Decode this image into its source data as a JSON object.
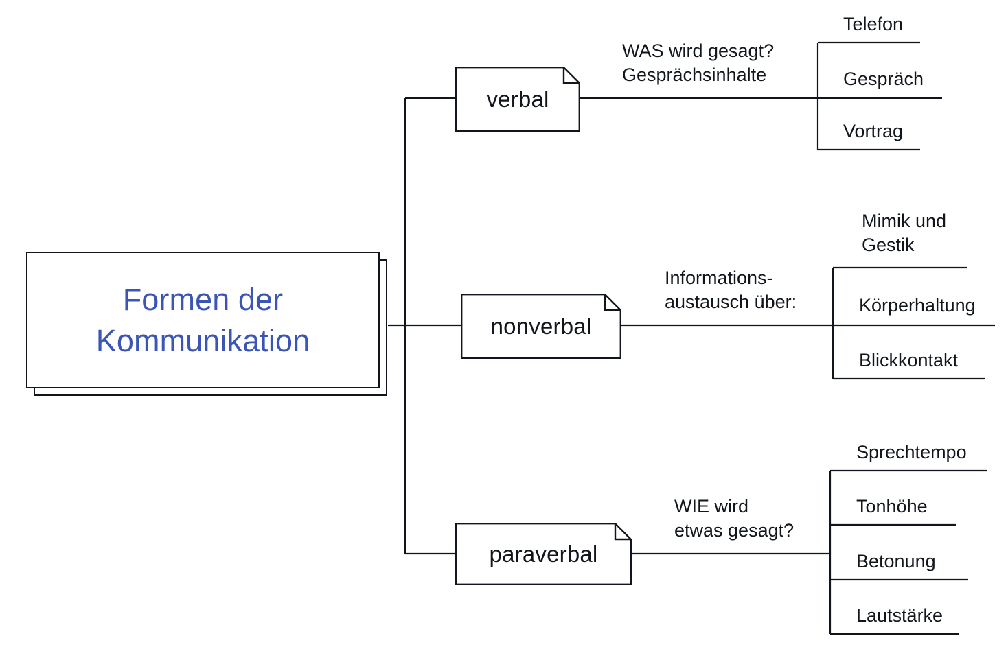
{
  "diagram": {
    "title": "Formen der Kommunikation",
    "colors": {
      "root_text": "#3b55b5",
      "stroke": "#11151c",
      "background": "#ffffff",
      "node_fill": "#ffffff"
    },
    "root": {
      "label": "Formen der\nKommunikation",
      "shape": "stacked-rectangle"
    },
    "branches": [
      {
        "id": "verbal",
        "node_label": "verbal",
        "node_shape": "document-folded-corner",
        "caption": "WAS wird gesagt?\nGesprächsinhalte",
        "leaves": [
          "Telefon",
          "Gespräch",
          "Vortrag"
        ]
      },
      {
        "id": "nonverbal",
        "node_label": "nonverbal",
        "node_shape": "document-folded-corner",
        "caption": "Informations-\naustausch über:",
        "leaves": [
          "Mimik und\nGestik",
          "Körperhaltung",
          "Blickkontakt"
        ]
      },
      {
        "id": "paraverbal",
        "node_label": "paraverbal",
        "node_shape": "document-folded-corner",
        "caption": "WIE wird\netwas gesagt?",
        "leaves": [
          "Sprechtempo",
          "Tonhöhe",
          "Betonung",
          "Lautstärke"
        ]
      }
    ]
  }
}
